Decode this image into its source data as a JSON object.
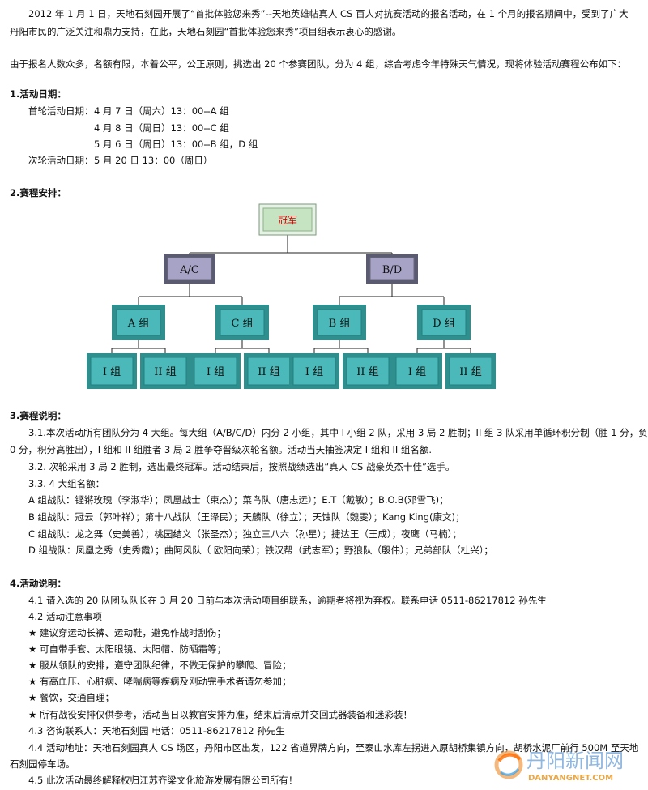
{
  "intro": {
    "p1_l1": "2012 年 1 月 1 日，天地石刻园开展了“首批体验您来秀”--天地英雄帖真人 CS 百人对抗赛活动的报名活动，在 1 个月的报名期间中，受到了广大",
    "p1_l2": "丹阳市民的广泛关注和鼎力支持，在此，天地石刻园“首批体验您来秀”项目组表示衷心的感谢。",
    "p2": "由于报名人数众多，名额有限，本着公平，公正原则，挑选出 20 个参赛团队，分为 4 组，综合考虑今年特殊天气情况，现将体验活动赛程公布如下："
  },
  "section1": {
    "heading": "1.活动日期：",
    "first_label": "首轮活动日期：",
    "first_dates": [
      "4 月 7 日（周六）13：00--A 组",
      "4 月 8 日（周日）13：00--C 组",
      "5 月 6 日（周日）13：00--B 组，D 组"
    ],
    "second_label": "次轮活动日期：",
    "second_date": "5 月 20 日 13：00（周日）"
  },
  "section2": {
    "heading": "2.赛程安排：",
    "bracket": {
      "champion": "冠军",
      "semis": [
        "A/C",
        "B/D"
      ],
      "groups": [
        "A 组",
        "C 组",
        "B 组",
        "D 组"
      ],
      "subgroups": [
        "I 组",
        "II 组",
        "I 组",
        "II 组",
        "I 组",
        "II 组",
        "I 组",
        "II 组"
      ]
    }
  },
  "section3": {
    "heading": "3.赛程说明：",
    "p31_l1": "3.1.本次活动所有团队分为 4 大组。每大组（A/B/C/D）内分 2 小组，其中 I 小组 2 队，采用 3 局 2 胜制；II 组 3 队采用单循环积分制（胜 1 分，负",
    "p31_l2": "0 分，积分高胜出），I 组和 II 组胜者 3 局 2 胜争夺晋级次轮名额。活动当天抽签决定 I 组和 II 组名额.",
    "p32": "3.2. 次轮采用 3 局 2 胜制，选出最终冠军。活动结束后，按照战绩选出“真人 CS 战豪英杰十佳”选手。",
    "p33": "3.3. 4 大组名额：",
    "teams": [
      "A 组战队：铿锵玫瑰（李淑华）；凤凰战士（束杰）；菜鸟队（唐志远）；E.T（戴敏）；B.O.B(邓雪飞)；",
      "B 组战队：冠云（郭叶祥）；第十八战队（王泽民）；天麟队（徐立）；天蚀队（魏雯）；Kang King(康文)；",
      "C 组战队：龙之舞（史美善）；桃园结义（张圣杰）；独立三八六（孙星）；捷达王（王成）；夜鹰（马楠）；",
      "D 组战队：凤凰之秀（史秀霞）；曲阿风队（ 欧阳向荣）；铁汉帮（武志军）；野狼队（殷伟）；兄弟部队（杜兴）；"
    ]
  },
  "section4": {
    "heading": "4.活动说明：",
    "p41": "4.1  请入选的 20 队团队队长在 3 月 20 日前与本次活动项目组联系，逾期者将视为弃权。联系电话 0511-86217812  孙先生",
    "p42": "4.2  活动注意事项",
    "bullets": [
      "★ 建议穿运动长裤、运动鞋，避免作战时刮伤；",
      "★ 可自带手套、太阳眼镜、太阳帽、防晒霜等；",
      "★ 服从领队的安排，遵守团队纪律，不做无保护的攀爬、冒险；",
      "★ 有高血压、心脏病、哮喘病等疾病及刚动完手术者请勿参加；",
      "★ 餐饮，交通自理；",
      "★ 所有战役安排仅供参考，活动当日以教官安排为准，结束后清点并交回武器装备和迷彩装！"
    ],
    "p43": "4.3 咨询联系人：天地石刻园      电话：0511-86217812   孙先生",
    "p44_l1": "4.4 活动地址：天地石刻园真人 CS 场区，丹阳市区出发，122 省道界牌方向，至泰山水库左拐进入原胡桥集镇方向，胡桥水泥厂前行 500M 至天地",
    "p44_l2": "石刻园停车场。",
    "p45": "4.5 此次活动最终解释权归江苏齐梁文化旅游发展有限公司所有！"
  },
  "watermark": {
    "title": "丹阳新闻网",
    "domain": "DANYANGNET.COM"
  }
}
